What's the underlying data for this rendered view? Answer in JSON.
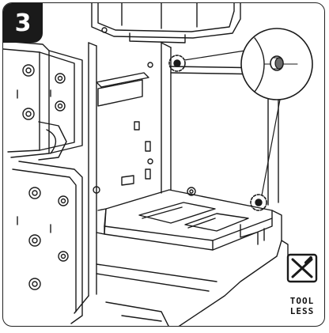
{
  "step": {
    "number": "3"
  },
  "toolless_badge": {
    "line1": "TOOL",
    "line2": "LESS",
    "icon": "crossed-screwdriver-icon"
  },
  "callout": {
    "icon": "zoom-callout-thumbscrew"
  },
  "colors": {
    "line": "#1a1a1a",
    "background": "#ffffff",
    "badge": "#1a1a1a"
  }
}
